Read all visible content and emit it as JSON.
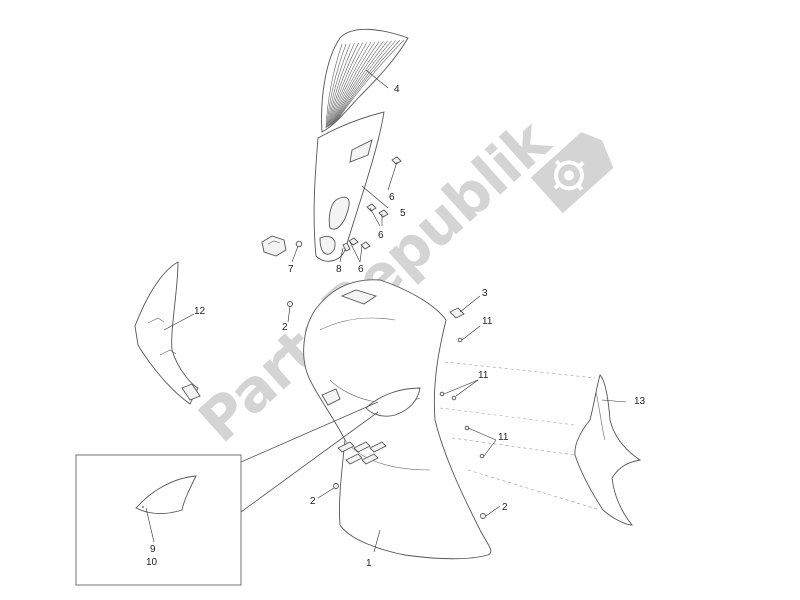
{
  "watermark": {
    "text": "PartsRepublik",
    "icon": "gear-icon"
  },
  "callouts": {
    "c1": "1",
    "c2a": "2",
    "c2b": "2",
    "c2c": "2",
    "c3": "3",
    "c4": "4",
    "c5": "5",
    "c6a": "6",
    "c6b": "6",
    "c6c": "6",
    "c7": "7",
    "c8": "8",
    "c9": "9",
    "c10": "10",
    "c11a": "11",
    "c11b": "11",
    "c11c": "11",
    "c12": "12",
    "c13": "13"
  }
}
